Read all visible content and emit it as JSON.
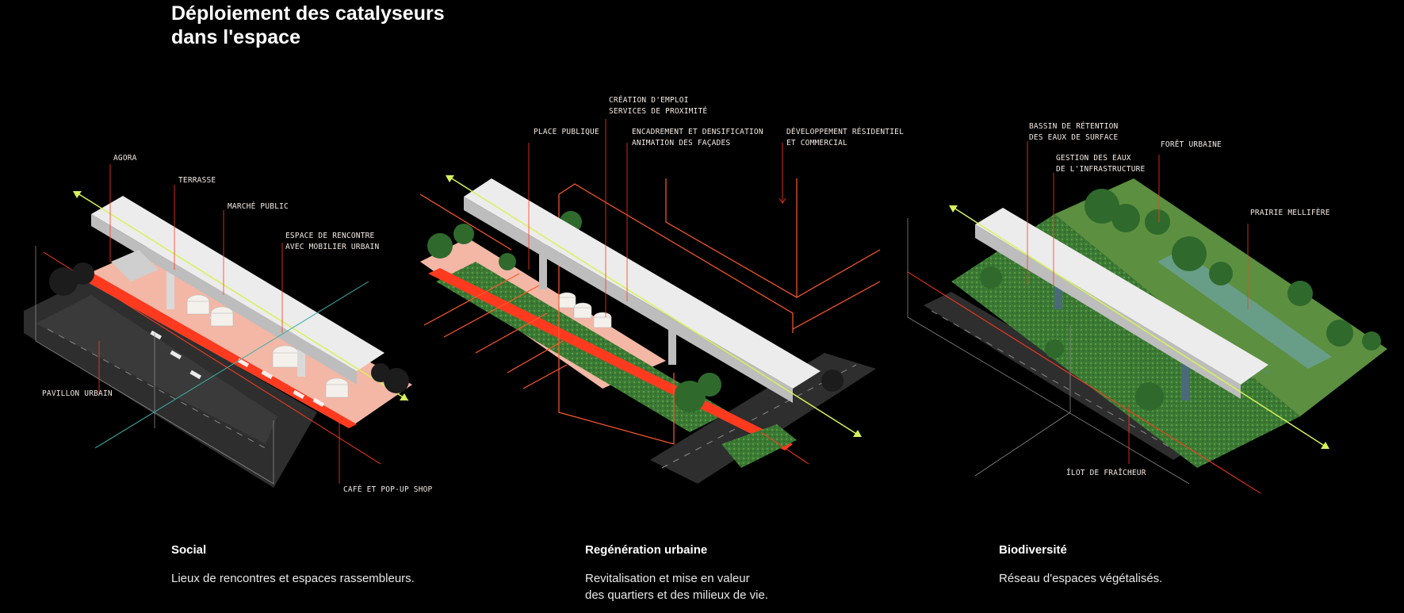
{
  "title": {
    "line1": "Déploiement des catalyseurs",
    "line2": "dans l'espace"
  },
  "panels": [
    {
      "heading": "Social",
      "text": [
        "Lieux de rencontres et espaces rassembleurs."
      ],
      "labels": {
        "agora": "AGORA",
        "terrasse": "TERRASSE",
        "marche": "MARCHÉ PUBLIC",
        "espace1": "ESPACE DE RENCONTRE",
        "espace2": "AVEC MOBILIER URBAIN",
        "pavillon": "PAVILLON URBAIN",
        "cafe": "CAFÉ ET POP-UP SHOP"
      }
    },
    {
      "heading": "Regénération urbaine",
      "text": [
        "Revitalisation et mise en valeur",
        "des quartiers et des milieux de vie."
      ],
      "labels": {
        "creation1": "CRÉATION D'EMPLOI",
        "creation2": "SERVICES DE PROXIMITÉ",
        "place": "PLACE PUBLIQUE",
        "encadrement1": "ENCADREMENT ET DENSIFICATION",
        "encadrement2": "ANIMATION DES FAÇADES",
        "developpement1": "DÉVELOPPEMENT RÉSIDENTIEL",
        "developpement2": "ET COMMERCIAL"
      }
    },
    {
      "heading": "Biodiversité",
      "text": [
        "Réseau d'espaces végétalisés."
      ],
      "labels": {
        "bassin1": "BASSIN DE RÉTENTION",
        "bassin2": "DES EAUX DE SURFACE",
        "gestion1": "GESTION DES EAUX",
        "gestion2": "DE L'INFRASTRUCTURE",
        "foret": "FORÊT URBAINE",
        "prairie": "PRAIRIE MELLIFÈRE",
        "ilot": "ÎLOT DE FRAÎCHEUR"
      }
    }
  ],
  "colors": {
    "accent": "#ff3a1f",
    "viaduct": "#e9e9e9",
    "track": "#d6f25a",
    "road": "#3a3a3a",
    "green": "#3f7f38",
    "water": "#3a8fd1"
  }
}
